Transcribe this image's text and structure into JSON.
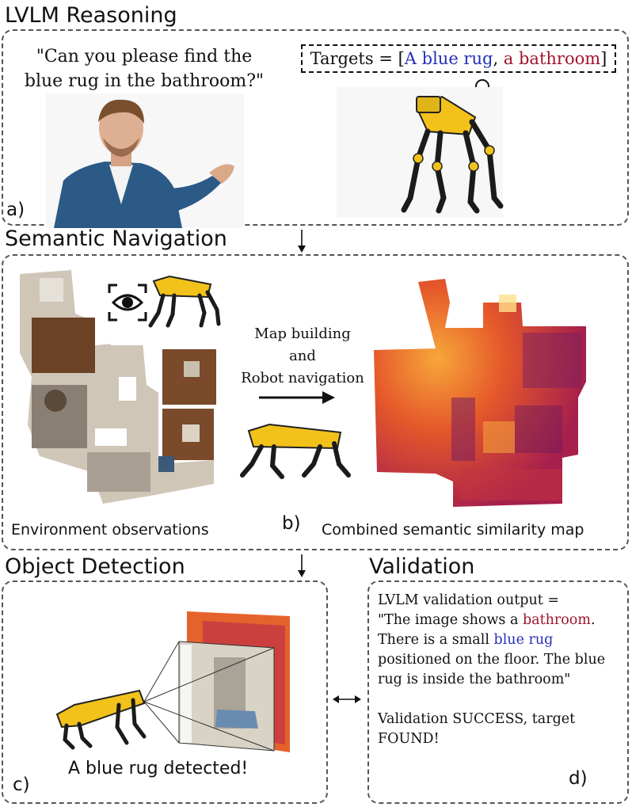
{
  "panel_a": {
    "heading": "LVLM Reasoning",
    "quote_line1": "\"Can you please find the",
    "quote_line2": "blue rug in the bathroom?\"",
    "targets_prefix": "Targets = [",
    "target_1": "A blue rug",
    "targets_sep": ", ",
    "target_2": "a bathroom",
    "targets_suffix": "]",
    "label": "a)"
  },
  "panel_b": {
    "heading": "Semantic Navigation",
    "arrow_line1": "Map building",
    "arrow_line2": "and",
    "arrow_line3": "Robot navigation",
    "caption_left": "Environment observations",
    "caption_right": "Combined semantic similarity map",
    "label": "b)"
  },
  "panel_c": {
    "heading": "Object Detection",
    "caption": "A blue rug detected!",
    "label": "c)"
  },
  "panel_d": {
    "heading": "Validation",
    "line1": "LVLM validation output =",
    "line2_pre": "\"The image shows a ",
    "line2_red": "bathroom",
    "line2_post": ".",
    "line3_pre": "There is a small ",
    "line3_blue": "blue rug",
    "line4": "positioned on the floor. The blue",
    "line5": "rug is inside the bathroom\"",
    "line6": "Validation SUCCESS, target",
    "line7": "FOUND!",
    "label": "d)"
  },
  "colors": {
    "target_blue": "#2531b8",
    "target_red": "#a2142b",
    "robot_yellow": "#f2c21b",
    "box_border": "#555555"
  },
  "icons": [
    "eye-icon",
    "thought-bubble-icon",
    "down-arrow-icon",
    "right-arrow-icon",
    "double-arrow-icon"
  ]
}
